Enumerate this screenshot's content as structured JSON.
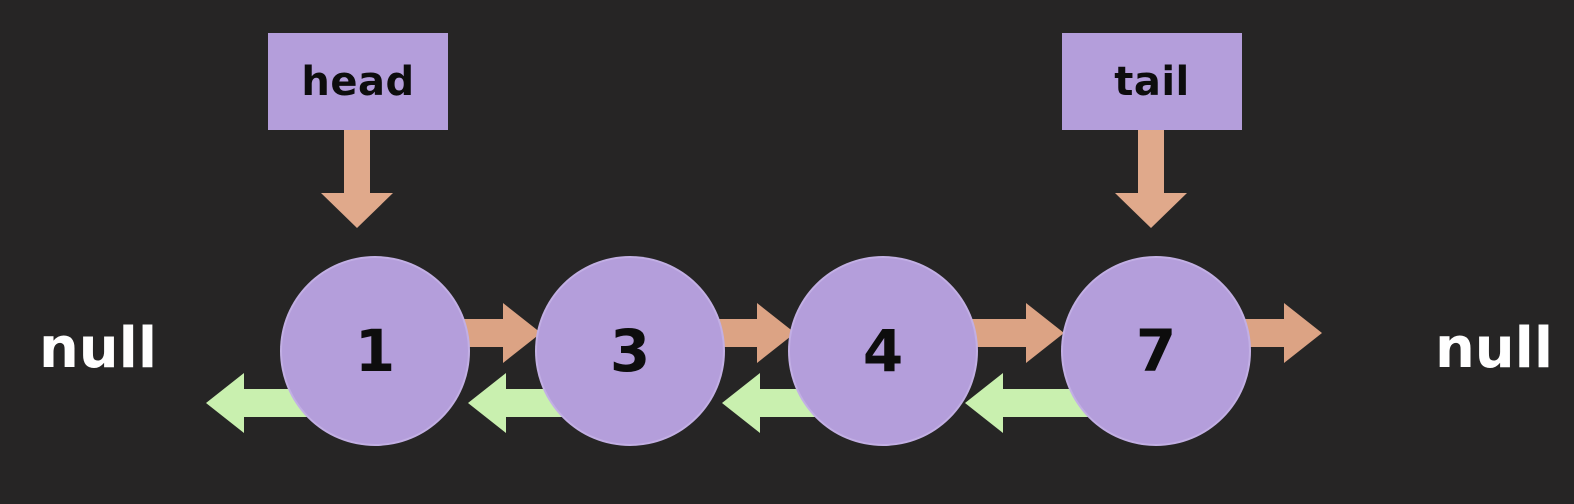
{
  "diagram": {
    "kind": "doubly-linked-list",
    "background_color": "#262525",
    "colors": {
      "node_fill": "#b49edb",
      "pointer_box_fill": "#b49edb",
      "next_arrow": "#dca384",
      "prev_arrow": "#c9f0af",
      "pointer_arrow": "#e0a98b",
      "node_text": "#0d0d0d",
      "null_text": "#ffffff"
    },
    "pointers": {
      "head": {
        "label": "head",
        "points_to": "1"
      },
      "tail": {
        "label": "tail",
        "points_to": "7"
      }
    },
    "nodes": [
      {
        "value": "1"
      },
      {
        "value": "3"
      },
      {
        "value": "4"
      },
      {
        "value": "7"
      }
    ],
    "null_left": "null",
    "null_right": "null",
    "next_links": [
      {
        "from": "1",
        "to": "3"
      },
      {
        "from": "3",
        "to": "4"
      },
      {
        "from": "4",
        "to": "7"
      },
      {
        "from": "7",
        "to": "null"
      }
    ],
    "prev_links": [
      {
        "from": "1",
        "to": "null"
      },
      {
        "from": "3",
        "to": "1"
      },
      {
        "from": "4",
        "to": "3"
      },
      {
        "from": "7",
        "to": "4"
      }
    ]
  }
}
